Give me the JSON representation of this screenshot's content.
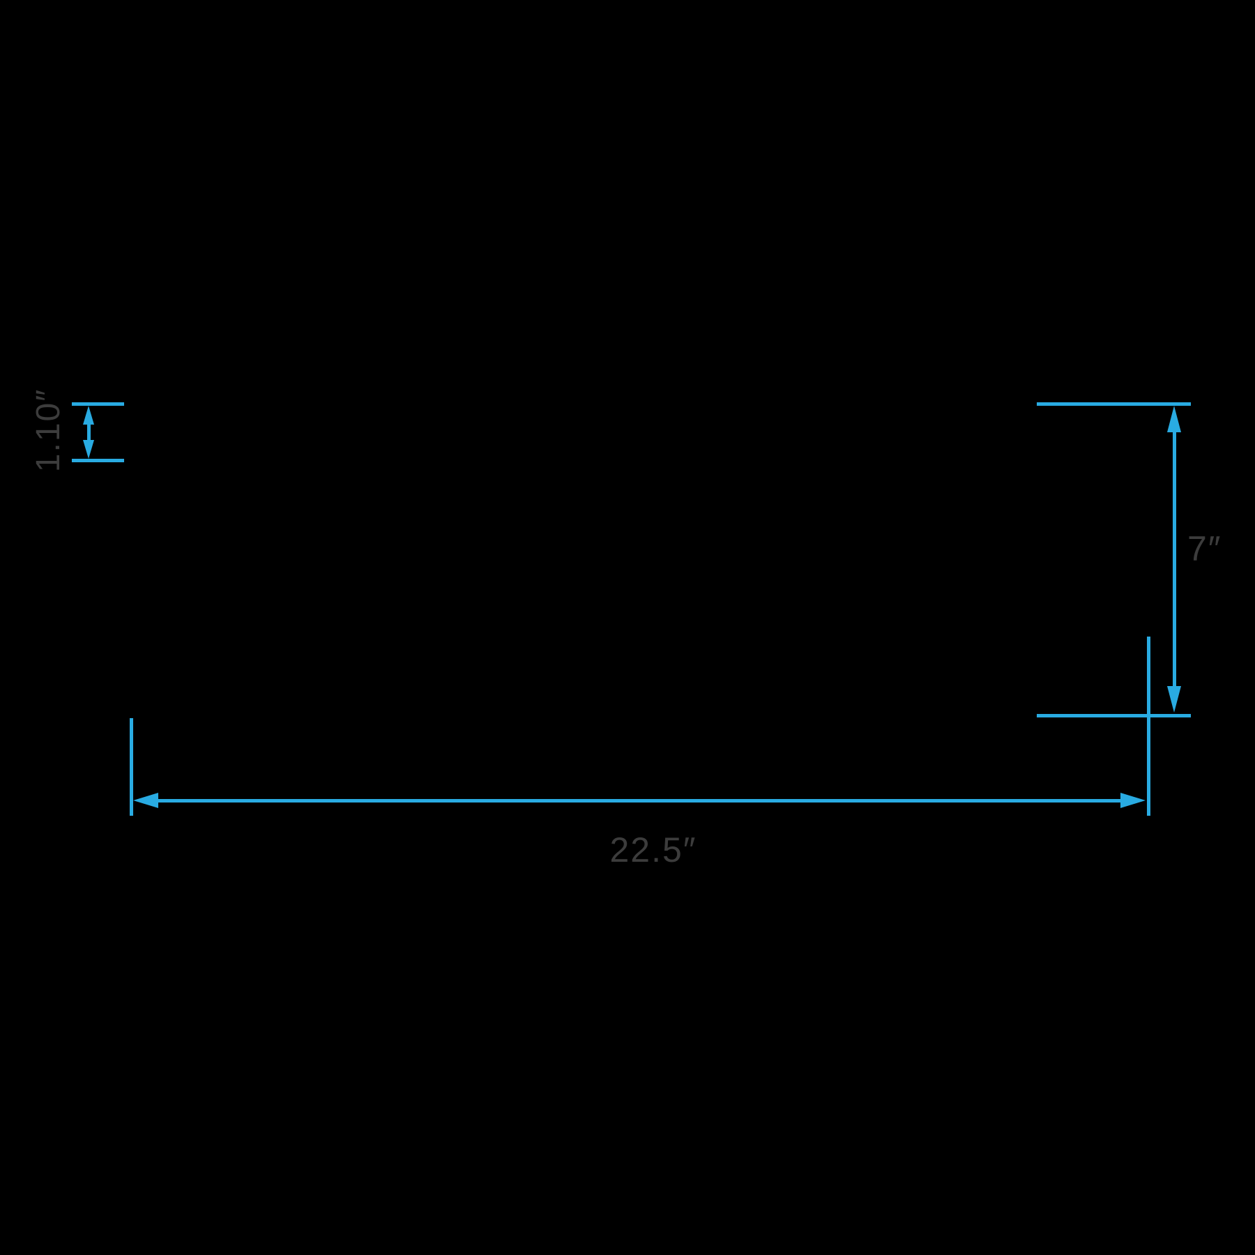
{
  "diagram": {
    "type": "product-dimension-drawing",
    "background_color": "#000000",
    "accent_color": "#29ABE2",
    "label_color": "#3c3c3c",
    "dimensions": {
      "thickness": {
        "label": "1.10″",
        "orientation": "vertical",
        "position": "upper-left",
        "label_rotation_deg": -90
      },
      "height": {
        "label": "7″",
        "orientation": "vertical",
        "position": "right"
      },
      "width": {
        "label": "22.5″",
        "orientation": "horizontal",
        "position": "bottom"
      }
    }
  }
}
